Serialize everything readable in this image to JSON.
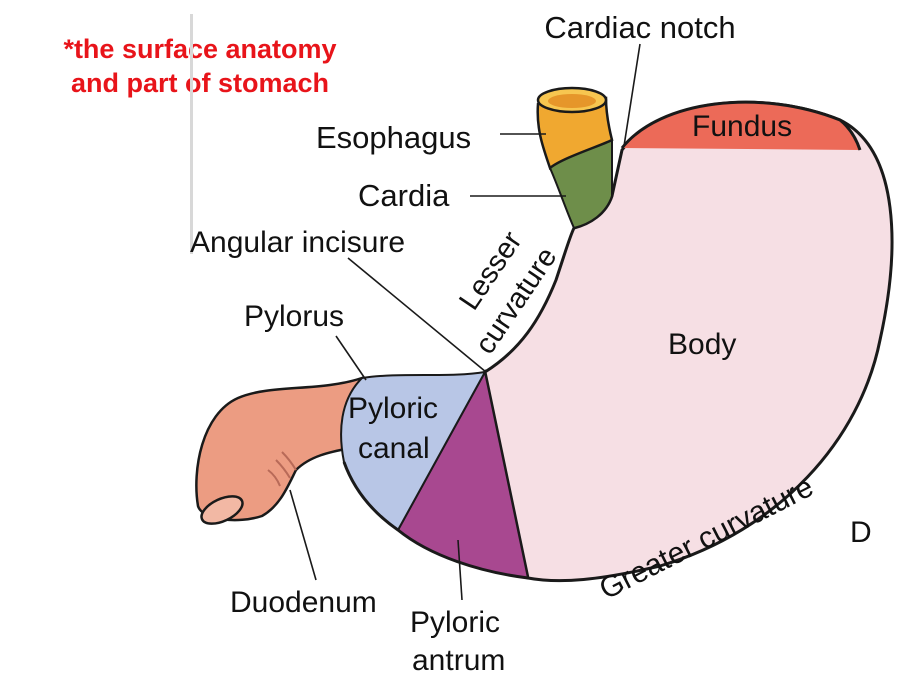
{
  "title": {
    "line1": "*the surface anatomy",
    "line2": "and part of stomach"
  },
  "labels": {
    "cardiac_notch": "Cardiac notch",
    "esophagus": "Esophagus",
    "fundus": "Fundus",
    "cardia": "Cardia",
    "angular_incisure": "Angular incisure",
    "lesser": "Lesser",
    "curvature": "curvature",
    "pylorus": "Pylorus",
    "body": "Body",
    "pyloric_canal_1": "Pyloric",
    "pyloric_canal_2": "canal",
    "greater_curvature": "Greater curvature",
    "duodenum": "Duodenum",
    "pyloric_antrum_1": "Pyloric",
    "pyloric_antrum_2": "antrum",
    "panel_letter": "D"
  },
  "colors": {
    "title": "#e8141a",
    "body": "#f6dfe4",
    "fundus": "#ec6a58",
    "esophagus": "#f0a830",
    "cardia": "#6e8e4a",
    "pyloric_canal": "#b8c6e6",
    "pyloric_antrum": "#a84890",
    "duodenum": "#ec9c82",
    "outline": "#1a1a1a"
  }
}
